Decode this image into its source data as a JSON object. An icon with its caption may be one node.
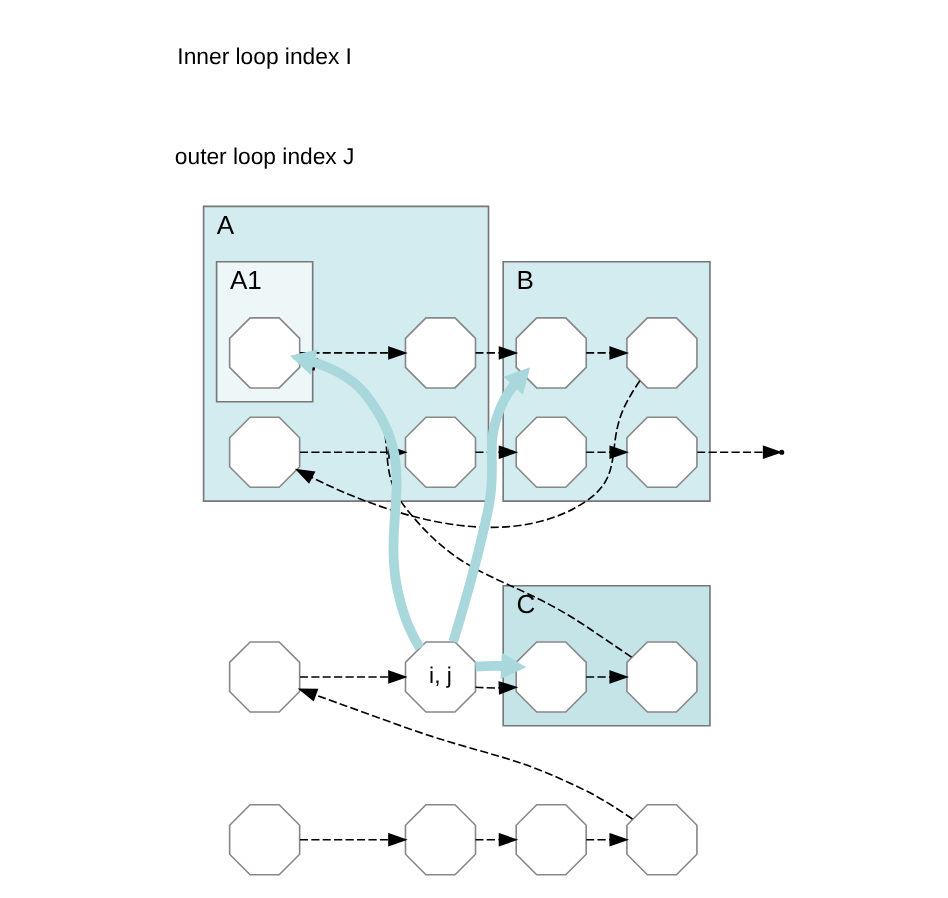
{
  "diagram": {
    "nodes": [
      {
        "text": [
          "A"
        ]
      },
      {
        "text": [
          "A1"
        ],
        "in": 0
      },
      {
        "text": [
          "B"
        ]
      },
      {
        "text": [],
        "shape": "octagon",
        "in": 0
      },
      {
        "text": [],
        "shape": "octagon",
        "in": 0
      },
      {
        "text": [],
        "shape": "octagon",
        "in": 2
      },
      {
        "text": [],
        "shape": "octagon",
        "in": 2
      },
      {
        "text": [],
        "shape": "octagon",
        "in": 1
      },
      {
        "text": [],
        "shape": "octagon",
        "in": 0
      },
      {
        "text": [],
        "shape": "octagon",
        "in": 2
      },
      {
        "text": [],
        "shape": "octagon",
        "in": 2
      },
      {
        "text": [
          "C"
        ]
      },
      {
        "text": [],
        "shape": "octagon"
      },
      {
        "text": [
          "i, j"
        ]
      },
      {
        "text": [],
        "shape": "octagon",
        "in": 11
      },
      {
        "text": [],
        "shape": "octagon",
        "in": 11
      },
      {
        "text": [],
        "shape": "octagon"
      },
      {
        "text": [],
        "shape": "octagon"
      },
      {
        "text": [],
        "shape": "octagon"
      },
      {
        "text": [],
        "shape": "octagon"
      }
    ],
    "edges": [
      {
        "from": 3,
        "to": 4,
        "arrow": "to",
        "style": "dashed"
      },
      {
        "from": 4,
        "to": 5,
        "arrow": "to",
        "style": "dashed"
      },
      {
        "from": 5,
        "to": 6,
        "arrow": "to",
        "style": "dashed"
      },
      {
        "from": 6,
        "to": null,
        "arrow": "to",
        "style": "dashed"
      },
      {
        "from": 7,
        "to": 8,
        "arrow": "to",
        "style": "dashed"
      },
      {
        "from": 8,
        "to": 9,
        "arrow": "to",
        "style": "dashed"
      },
      {
        "from": 9,
        "to": 10,
        "arrow": "to",
        "style": "dashed"
      },
      {
        "from": 10,
        "to": 3,
        "arrow": "to",
        "style": "dashed"
      },
      {
        "from": 12,
        "to": 13,
        "arrow": "to",
        "style": "dashed"
      },
      {
        "from": 13,
        "to": 14,
        "arrow": "to",
        "style": "dashed"
      },
      {
        "from": 14,
        "to": 15,
        "arrow": "to",
        "style": "dashed"
      },
      {
        "from": 15,
        "to": 7,
        "arrow": "to",
        "style": "dashed"
      },
      {
        "from": 16,
        "to": 17,
        "arrow": "to",
        "style": "dashed"
      },
      {
        "from": 17,
        "to": 18,
        "arrow": "to",
        "style": "dashed"
      },
      {
        "from": 18,
        "to": 19,
        "arrow": "to",
        "style": "dashed"
      },
      {
        "from": 19,
        "to": 12,
        "arrow": "to",
        "style": "dashed"
      },
      {
        "from": 13,
        "to": 7,
        "arrow": "to",
        "style": "thick",
        "color": "#a9d8dc"
      },
      {
        "from": 13,
        "to": 9,
        "arrow": "to",
        "style": "thick",
        "color": "#a9d8dc"
      },
      {
        "from": 13,
        "to": 14,
        "arrow": "to",
        "style": "thick",
        "color": "#a9d8dc"
      }
    ],
    "labels": [
      "outer loop index J",
      "Inner loop index I"
    ]
  }
}
